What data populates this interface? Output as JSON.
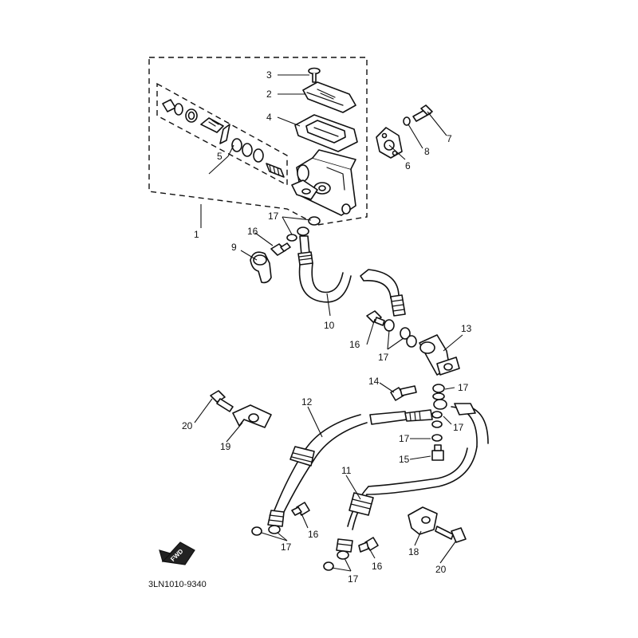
{
  "diagram": {
    "drawing_code": "3LN1010-9340",
    "fwd_label": "FWD",
    "callouts": [
      {
        "id": "c1",
        "text": "1"
      },
      {
        "id": "c2",
        "text": "2"
      },
      {
        "id": "c3",
        "text": "3"
      },
      {
        "id": "c4",
        "text": "4"
      },
      {
        "id": "c5",
        "text": "5"
      },
      {
        "id": "c6",
        "text": "6"
      },
      {
        "id": "c7",
        "text": "7"
      },
      {
        "id": "c8",
        "text": "8"
      },
      {
        "id": "c9",
        "text": "9"
      },
      {
        "id": "c10",
        "text": "10"
      },
      {
        "id": "c11",
        "text": "11"
      },
      {
        "id": "c12",
        "text": "12"
      },
      {
        "id": "c13",
        "text": "13"
      },
      {
        "id": "c14",
        "text": "14"
      },
      {
        "id": "c15",
        "text": "15"
      },
      {
        "id": "c16a",
        "text": "16"
      },
      {
        "id": "c16b",
        "text": "16"
      },
      {
        "id": "c16c",
        "text": "16"
      },
      {
        "id": "c16d",
        "text": "16"
      },
      {
        "id": "c17a",
        "text": "17"
      },
      {
        "id": "c17b",
        "text": "17"
      },
      {
        "id": "c17c",
        "text": "17"
      },
      {
        "id": "c17d",
        "text": "17"
      },
      {
        "id": "c17e",
        "text": "17"
      },
      {
        "id": "c17f",
        "text": "17"
      },
      {
        "id": "c17g",
        "text": "17"
      },
      {
        "id": "c18",
        "text": "18"
      },
      {
        "id": "c19",
        "text": "19"
      },
      {
        "id": "c20a",
        "text": "20"
      },
      {
        "id": "c20b",
        "text": "20"
      }
    ]
  }
}
